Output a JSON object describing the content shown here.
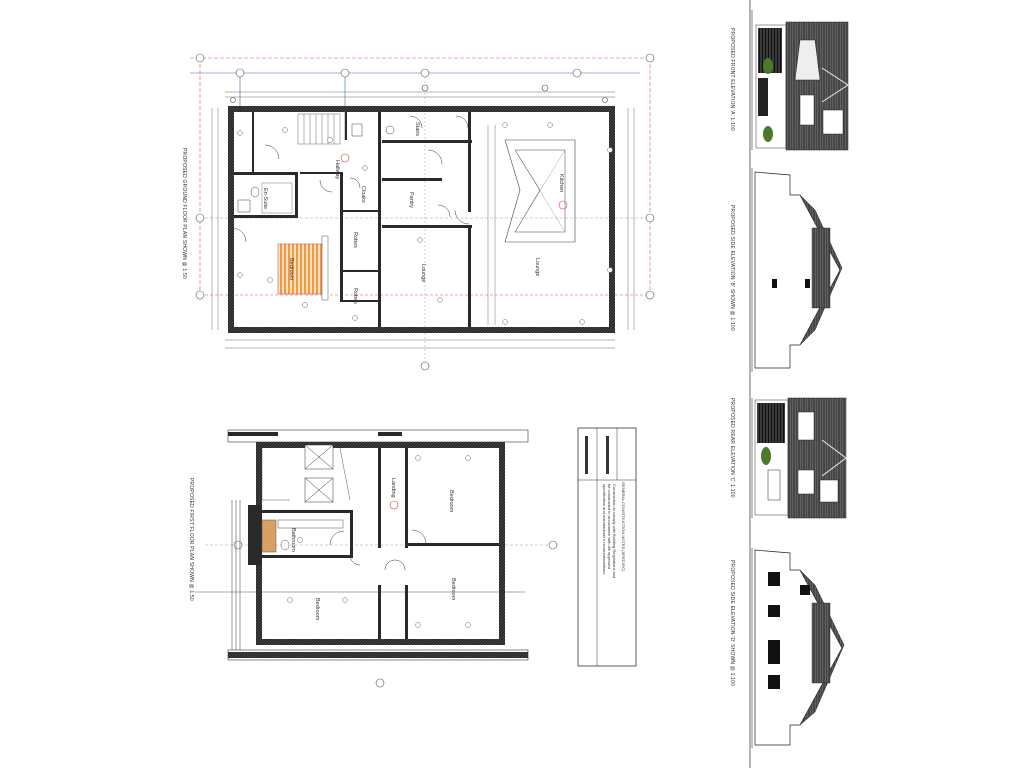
{
  "drawing": {
    "ground_floor": {
      "title": "PROPOSED GROUND FLOOR PLAN SHOWN @ 1:50",
      "rooms": {
        "hallway": "Hallway",
        "stairs": "Stairs",
        "ensuite": "En-Suite",
        "cloaks": "Cloaks",
        "pantry": "Pantry",
        "kitchen": "Kitchen",
        "robes1": "Robes",
        "robes2": "Robes",
        "bedroom": "Bedroom",
        "lounge1": "Lounge",
        "lounge2": "Lounge"
      }
    },
    "first_floor": {
      "title": "PROPOSED FIRST FLOOR PLAN SHOWN @ 1:50",
      "rooms": {
        "landing": "Landing",
        "bedroom_ne": "Bedroom",
        "bedroom_se": "Bedroom",
        "bathroom": "Bathroom",
        "bedroom_w": "Bedroom"
      }
    },
    "notes": {
      "heading": "GENERAL CONSTRUCTION NOTES (SPECIFIC)",
      "line1": "Construction to comply with Building Regulations and",
      "line2": "be constructed in accordance with the approved",
      "line3": "specification and manufacturer's recommendations."
    },
    "elevations": {
      "front": "PROPOSED FRONT ELEVATION 'A' 1:100",
      "side1": "PROPOSED SIDE ELEVATION 'B' SHOWN @ 1:100",
      "rear": "PROPOSED REAR ELEVATION 'C' 1:100",
      "side2": "PROPOSED SIDE ELEVATION 'D' SHOWN @ 1:100"
    }
  }
}
